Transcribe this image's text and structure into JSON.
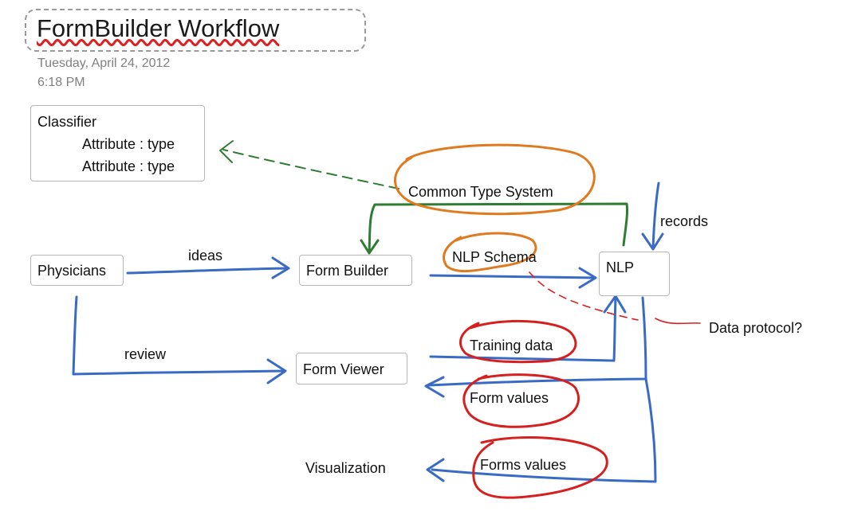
{
  "page": {
    "title": "FormBuilder Workflow",
    "date": "Tuesday, April 24, 2012",
    "time": "6:18 PM"
  },
  "nodes": {
    "classifier": {
      "title": "Classifier",
      "attr1": "Attribute : type",
      "attr2": "Attribute : type"
    },
    "physicians": "Physicians",
    "form_builder": "Form Builder",
    "nlp": "NLP",
    "form_viewer": "Form Viewer",
    "visualization": "Visualization"
  },
  "labels": {
    "common_type_system": "Common Type System",
    "records": "records",
    "ideas": "ideas",
    "nlp_schema": "NLP Schema",
    "data_protocol": "Data protocol?",
    "review": "review",
    "training_data": "Training data",
    "form_values": "Form values",
    "forms_values": "Forms values"
  },
  "colors": {
    "blue_arrow": "#3a6bc4",
    "green_arrow": "#2e7d32",
    "orange_circle": "#e07a1f",
    "red_circle": "#d62020",
    "box_border": "#b8b8b8"
  }
}
